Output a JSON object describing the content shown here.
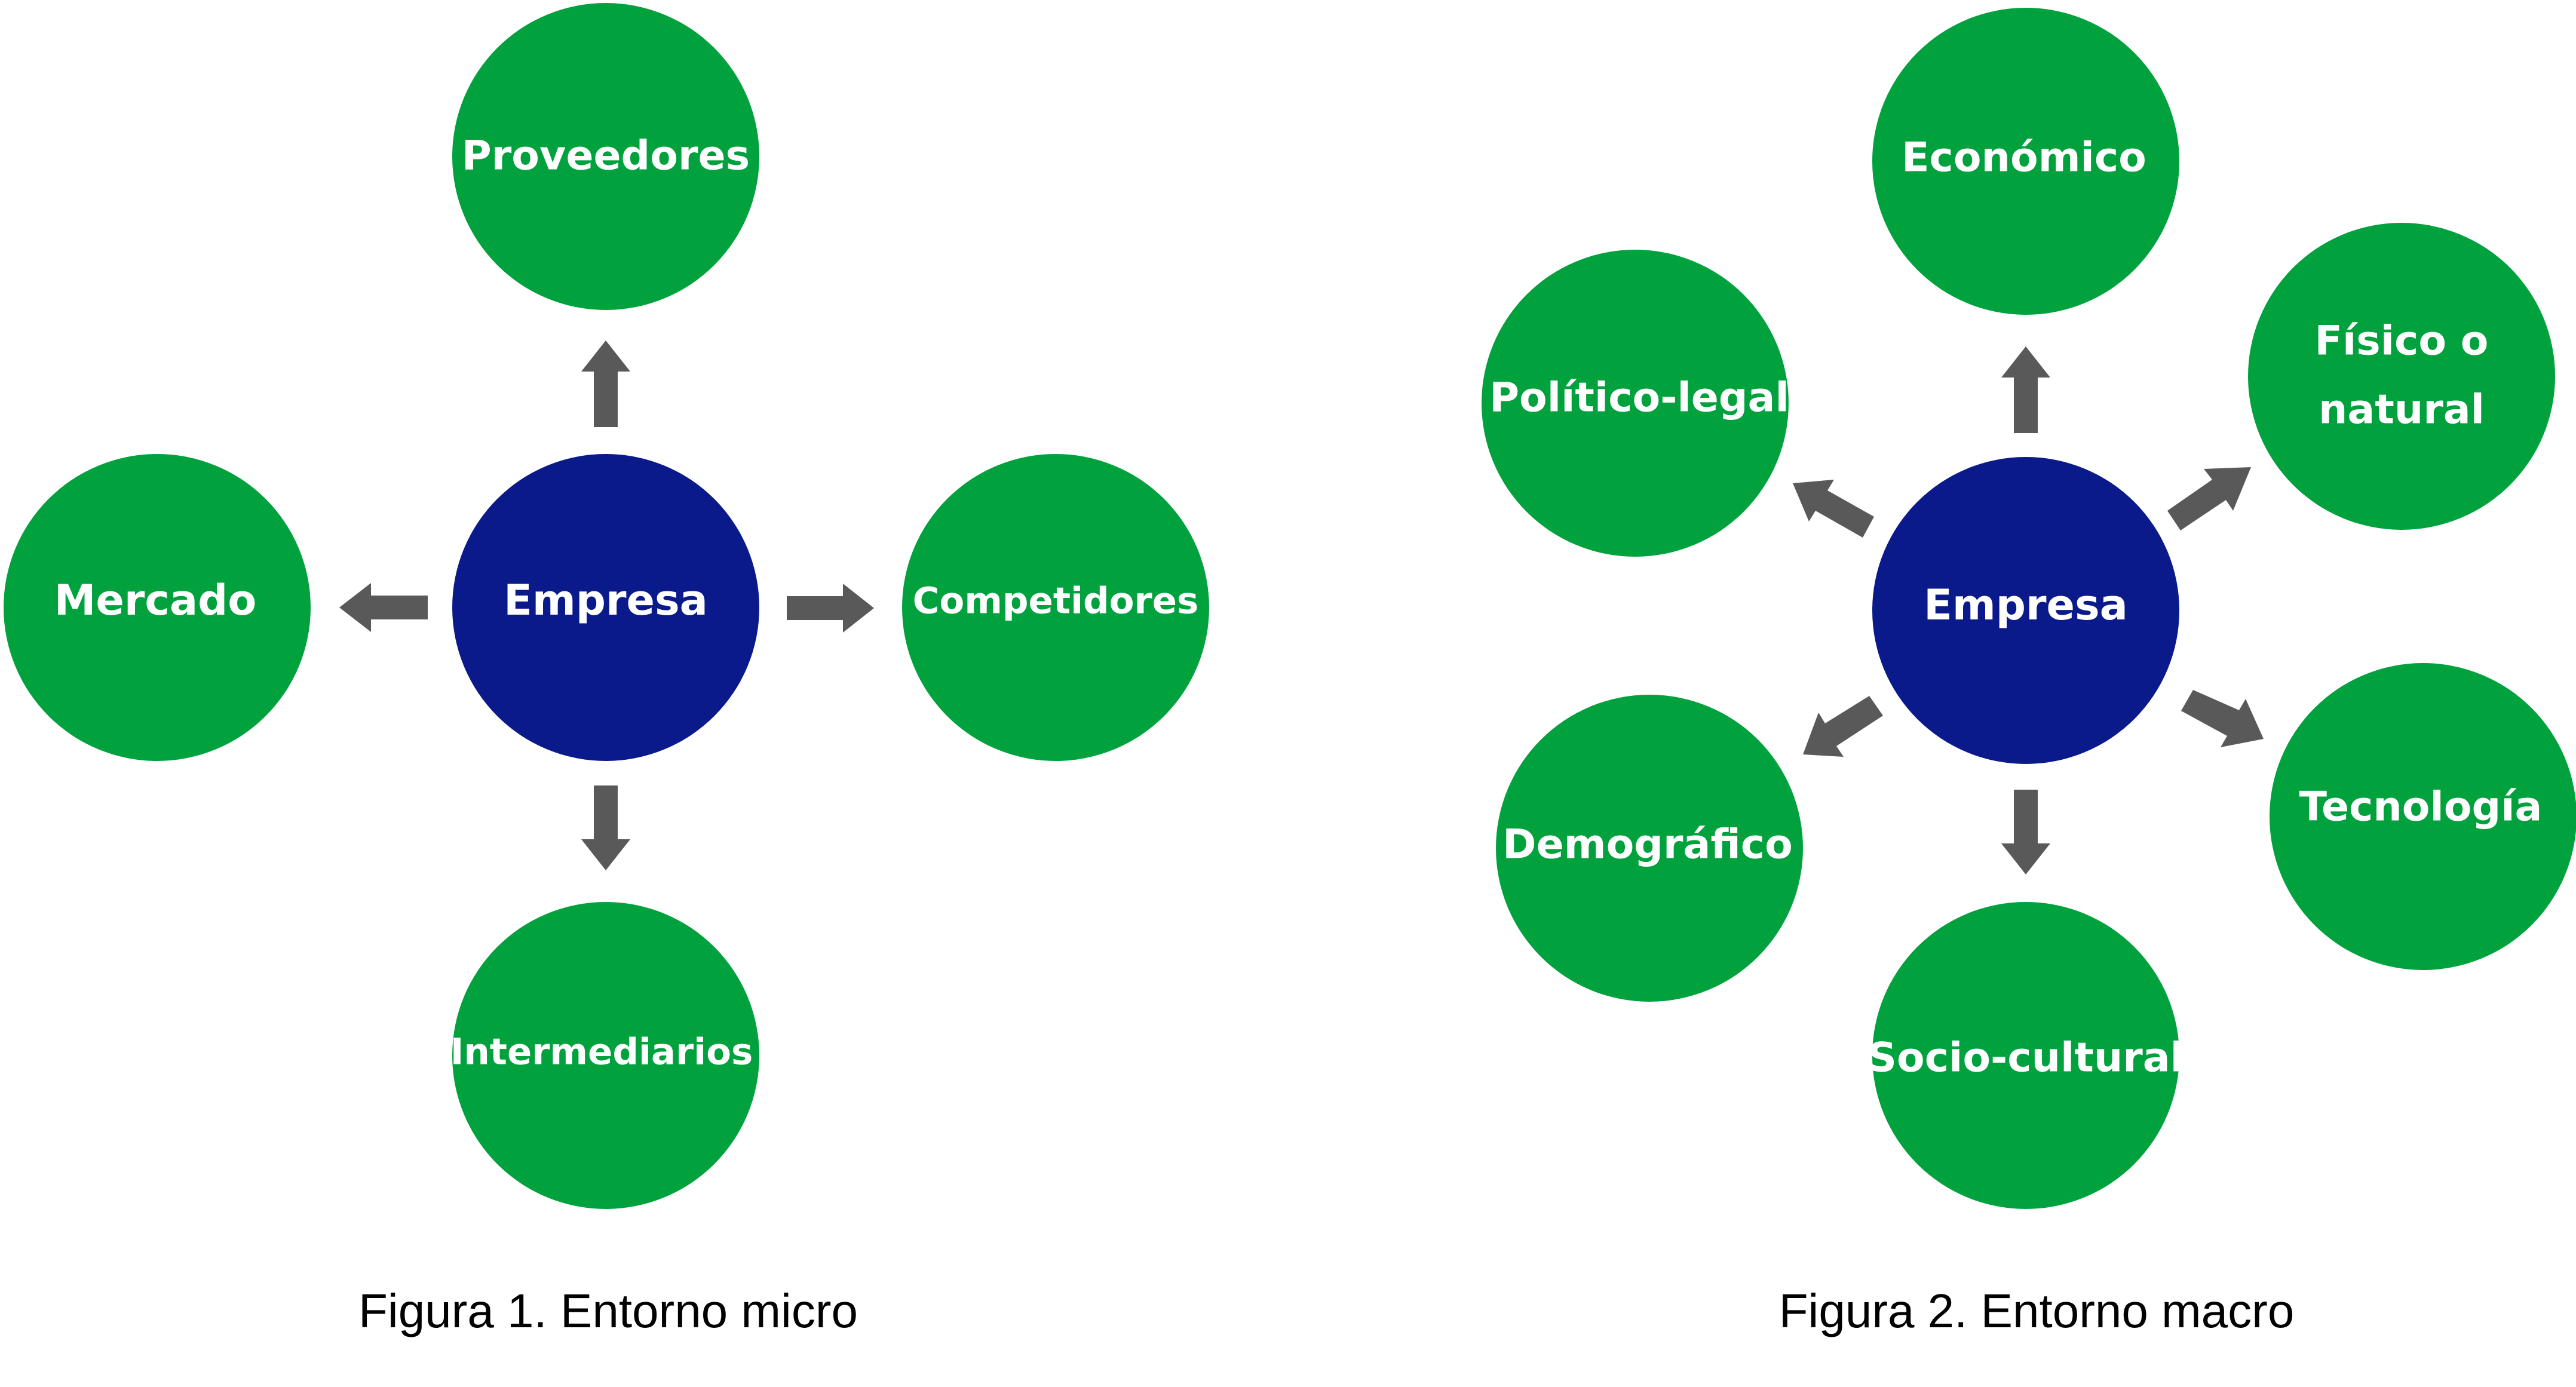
{
  "figures": [
    {
      "id": "micro",
      "caption": "Figura 1. Entorno micro",
      "center": {
        "label": "Empresa"
      },
      "nodes": [
        {
          "id": "proveedores",
          "lines": [
            "Proveedores"
          ]
        },
        {
          "id": "mercado",
          "lines": [
            "Mercado"
          ]
        },
        {
          "id": "competidores",
          "lines": [
            "Competidores"
          ]
        },
        {
          "id": "intermediarios",
          "lines": [
            "Intermediarios"
          ]
        }
      ]
    },
    {
      "id": "macro",
      "caption": "Figura 2. Entorno macro",
      "center": {
        "label": "Empresa"
      },
      "nodes": [
        {
          "id": "economico",
          "lines": [
            "Económico"
          ]
        },
        {
          "id": "fisico-natural",
          "lines": [
            "Físico o",
            "natural"
          ]
        },
        {
          "id": "tecnologia",
          "lines": [
            "Tecnología"
          ]
        },
        {
          "id": "socio-cultural",
          "lines": [
            "Socio-cultural"
          ]
        },
        {
          "id": "demografico",
          "lines": [
            "Demográfico"
          ]
        },
        {
          "id": "politico-legal",
          "lines": [
            "Político-legal"
          ]
        }
      ]
    }
  ],
  "colors": {
    "center": "#0B1A8A",
    "node": "#01A23E",
    "arrow": "#595959",
    "label": "#FFFFFF",
    "caption": "#000000"
  }
}
